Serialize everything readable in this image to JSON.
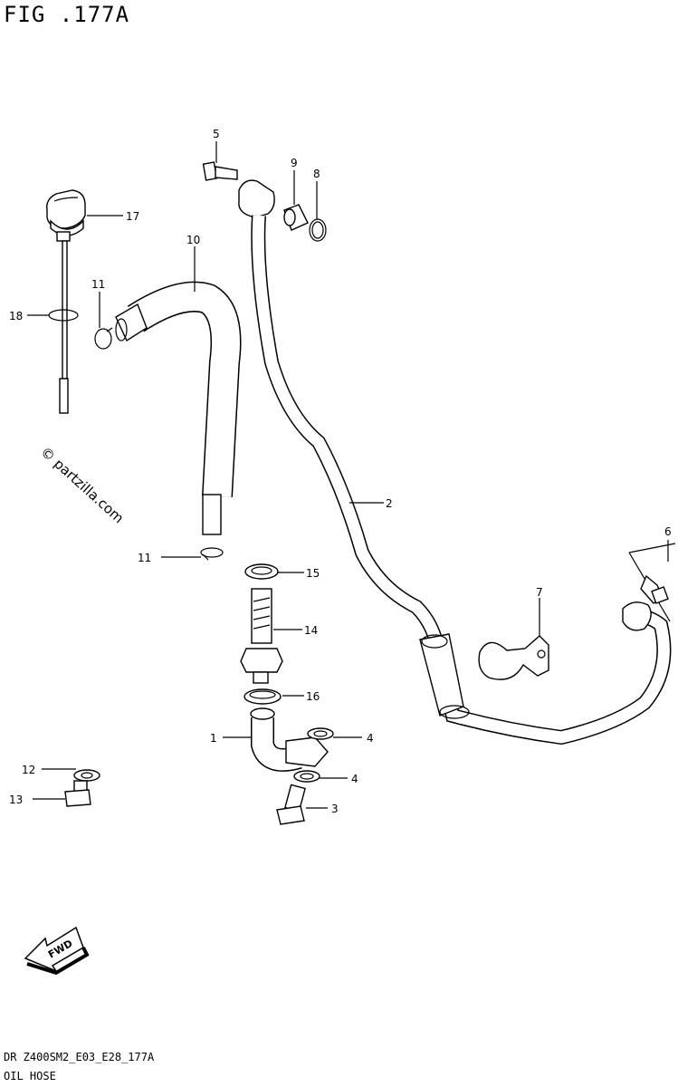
{
  "figure": {
    "title": "FIG .177A"
  },
  "footer": {
    "code": "DR Z400SM2_E03_E28_177A",
    "name": "OIL HOSE"
  },
  "watermark": "© partzilla.com",
  "fwd_label": "FWD",
  "callouts": [
    {
      "id": "c1",
      "label": "1"
    },
    {
      "id": "c2",
      "label": "2"
    },
    {
      "id": "c3",
      "label": "3"
    },
    {
      "id": "c4a",
      "label": "4"
    },
    {
      "id": "c4b",
      "label": "4"
    },
    {
      "id": "c5",
      "label": "5"
    },
    {
      "id": "c6",
      "label": "6"
    },
    {
      "id": "c7",
      "label": "7"
    },
    {
      "id": "c8",
      "label": "8"
    },
    {
      "id": "c9",
      "label": "9"
    },
    {
      "id": "c10",
      "label": "10"
    },
    {
      "id": "c11a",
      "label": "11"
    },
    {
      "id": "c11b",
      "label": "11"
    },
    {
      "id": "c12",
      "label": "12"
    },
    {
      "id": "c13",
      "label": "13"
    },
    {
      "id": "c14",
      "label": "14"
    },
    {
      "id": "c15",
      "label": "15"
    },
    {
      "id": "c16",
      "label": "16"
    },
    {
      "id": "c17",
      "label": "17"
    },
    {
      "id": "c18",
      "label": "18"
    }
  ]
}
